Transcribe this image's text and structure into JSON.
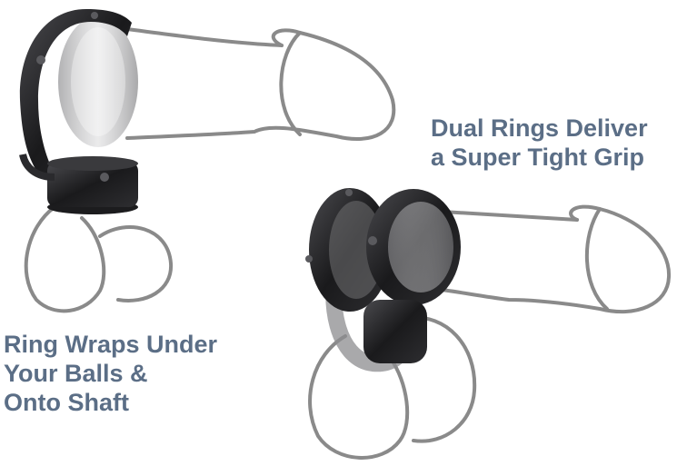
{
  "captions": {
    "right": [
      "Dual Rings Deliver",
      "a Super Tight Grip"
    ],
    "left": [
      "Ring Wraps Under",
      "Your Balls &",
      "Onto Shaft"
    ]
  },
  "colors": {
    "caption": "#5b6e86",
    "outline": "#8a8a8a",
    "ring_dark": "#1c1c1e",
    "ring_mid": "#3a3a3d",
    "ring_clear": "#9a9a9c",
    "background": "#ffffff"
  }
}
